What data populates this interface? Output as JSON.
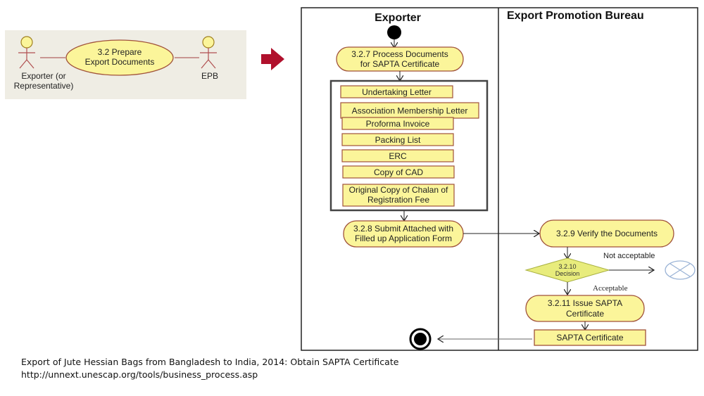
{
  "use_case": {
    "actor_left": [
      "Exporter (or",
      "Representative)"
    ],
    "actor_right": "EPB",
    "use_case_label": [
      "3.2 Prepare",
      "Export Documents"
    ]
  },
  "transition_arrow": "right-arrow-icon",
  "activity": {
    "lanes": {
      "exporter": "Exporter",
      "epb": "Export Promotion Bureau"
    },
    "nodes": {
      "process_docs": [
        "3.2.7 Process Documents",
        "for SAPTA Certificate"
      ],
      "submit": [
        "3.2.8 Submit Attached with",
        "Filled up Application Form"
      ],
      "verify": "3.2.9 Verify the Documents",
      "decision": [
        "3.2.10",
        "Decision"
      ],
      "issue": [
        "3.2.11 Issue SAPTA",
        "Certificate"
      ],
      "certificate": "SAPTA Certificate"
    },
    "documents": [
      "Undertaking Letter",
      "Association Membership Letter",
      "Proforma Invoice",
      "Packing List",
      "ERC",
      "Copy of CAD",
      [
        "Original Copy of Chalan of",
        "Registration Fee"
      ]
    ],
    "guards": {
      "not_acceptable": "Not acceptable",
      "acceptable": "Acceptable"
    }
  },
  "caption": {
    "line1": "Export of Jute Hessian Bags from Bangladesh to India, 2014: Obtain SAPTA Certificate",
    "line2": "http://unnext.unescap.org/tools/business_process.asp"
  },
  "colors": {
    "node_fill": "#fbf59a",
    "node_stroke": "#a0523a",
    "arrow_red": "#b0102c",
    "usecase_bg": "#efede4",
    "decision_fill": "#e8ec7c",
    "flow_final": "#9ab3d6"
  }
}
